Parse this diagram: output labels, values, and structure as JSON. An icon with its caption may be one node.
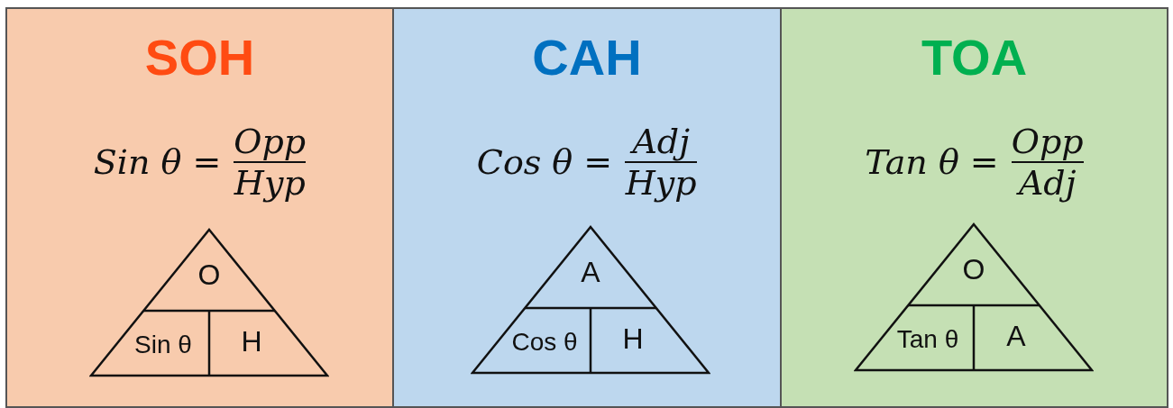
{
  "diagram": {
    "nodes": [
      {
        "text": [
          "SOH",
          "Sin θ =",
          "Opp",
          "Hyp"
        ]
      },
      {
        "text": [
          "O",
          "Sin θ",
          "H"
        ],
        "in": 0
      },
      {
        "text": [
          "CAH",
          "Cos θ =",
          "Adj",
          "Hyp"
        ]
      },
      {
        "text": [
          "A",
          "Cos θ",
          "H"
        ],
        "in": 2
      },
      {
        "text": [
          "TOA",
          "Tan θ =",
          "Opp",
          "Adj"
        ]
      },
      {
        "text": [
          "O",
          "Tan θ",
          "A"
        ],
        "in": 4
      }
    ]
  }
}
